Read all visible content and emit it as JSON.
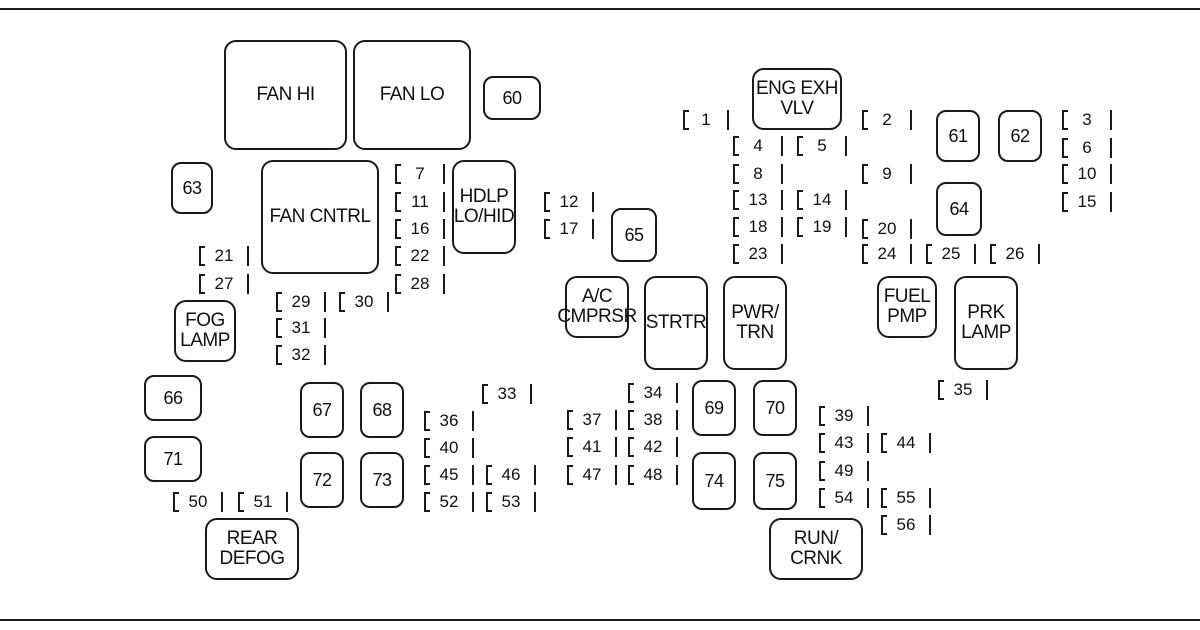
{
  "boxes": {
    "fan_hi": "FAN HI",
    "fan_lo": "FAN LO",
    "b60": "60",
    "eng_exh_vlv": "ENG EXH\nVLV",
    "b61": "61",
    "b62": "62",
    "b63": "63",
    "fan_cntrl": "FAN CNTRL",
    "hdlp": "HDLP\nLO/HID",
    "b64": "64",
    "b65": "65",
    "fog_lamp": "FOG\nLAMP",
    "ac_cmprsr": "A/C\nCMPRSR",
    "strtr": "STRTR",
    "pwr_trn": "PWR/\nTRN",
    "fuel_pmp": "FUEL\nPMP",
    "prk_lamp": "PRK\nLAMP",
    "b66": "66",
    "b67": "67",
    "b68": "68",
    "b69": "69",
    "b70": "70",
    "b71": "71",
    "b72": "72",
    "b73": "73",
    "b74": "74",
    "b75": "75",
    "rear_defog": "REAR\nDEFOG",
    "run_crnk": "RUN/\nCRNK"
  },
  "fuses": [
    "1",
    "2",
    "3",
    "4",
    "5",
    "6",
    "7",
    "8",
    "9",
    "10",
    "11",
    "12",
    "13",
    "14",
    "15",
    "16",
    "17",
    "18",
    "19",
    "20",
    "21",
    "22",
    "23",
    "24",
    "25",
    "26",
    "27",
    "28",
    "29",
    "30",
    "31",
    "32",
    "33",
    "34",
    "35",
    "36",
    "37",
    "38",
    "39",
    "40",
    "41",
    "42",
    "43",
    "44",
    "45",
    "46",
    "47",
    "48",
    "49",
    "50",
    "51",
    "52",
    "53",
    "54",
    "55",
    "56"
  ]
}
